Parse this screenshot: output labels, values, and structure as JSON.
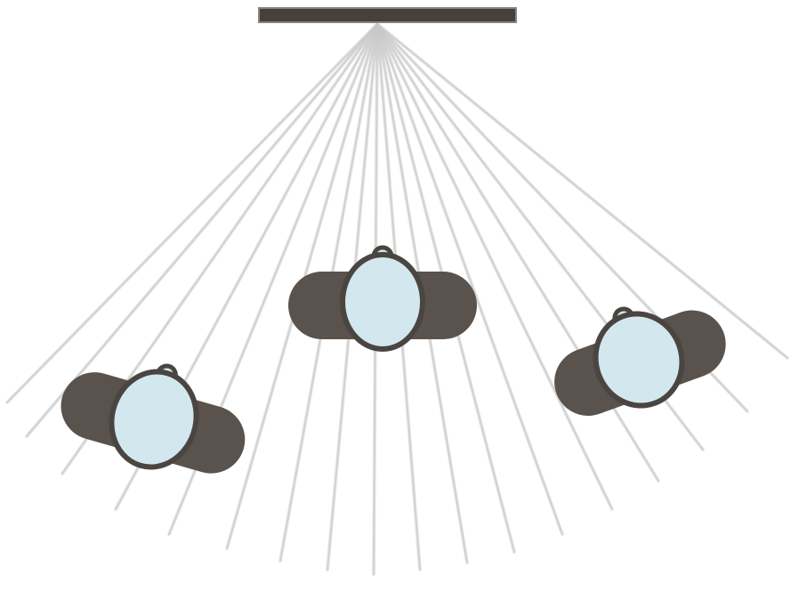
{
  "colors": {
    "background": "#ffffff",
    "source_bar": "#45403c",
    "source_bar_border": "#8a8480",
    "beam": "#c9c9c9",
    "shoulders": "#59524d",
    "head_fill": "#d3e7ee",
    "head_outline": "#4a4541"
  },
  "icons": {
    "source": "overhead-source-bar",
    "beams": "radiating-beams",
    "figure": "person-top-view"
  },
  "scene": {
    "source_count": 1,
    "beam_count": 18,
    "figure_count": 3
  }
}
